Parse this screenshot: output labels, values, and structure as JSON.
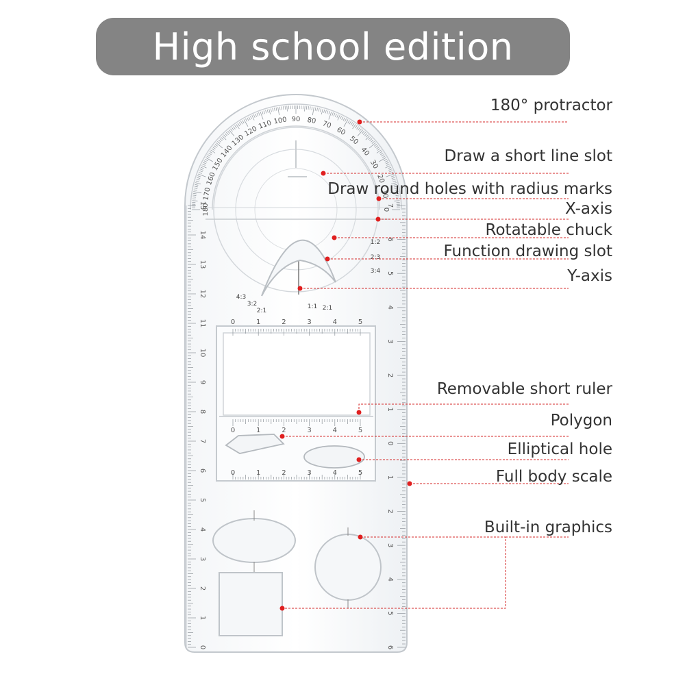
{
  "banner": {
    "title": "High school edition"
  },
  "callouts": [
    {
      "id": "protractor",
      "text": "180° protractor"
    },
    {
      "id": "short-line-slot",
      "text": "Draw a short line slot"
    },
    {
      "id": "round-holes",
      "text": "Draw round holes with radius marks"
    },
    {
      "id": "x-axis",
      "text": "X-axis"
    },
    {
      "id": "rotatable-chuck",
      "text": "Rotatable chuck"
    },
    {
      "id": "function-slot",
      "text": "Function drawing slot"
    },
    {
      "id": "y-axis",
      "text": "Y-axis"
    },
    {
      "id": "short-ruler",
      "text": "Removable short ruler"
    },
    {
      "id": "polygon",
      "text": "Polygon"
    },
    {
      "id": "elliptical-hole",
      "text": "Elliptical hole"
    },
    {
      "id": "full-scale",
      "text": "Full body scale"
    },
    {
      "id": "built-in-graphics",
      "text": "Built-in graphics"
    }
  ],
  "ruler": {
    "protractor_degrees": [
      "180",
      "170",
      "160",
      "150",
      "140",
      "130",
      "120",
      "110",
      "100",
      "90",
      "80",
      "70",
      "60",
      "50",
      "40",
      "30",
      "20",
      "10",
      "0"
    ],
    "left_scale": [
      "15",
      "14",
      "13",
      "12",
      "11",
      "10",
      "9",
      "8",
      "7",
      "6",
      "5",
      "4",
      "3",
      "2",
      "1",
      "0"
    ],
    "right_scale": [
      "7",
      "6",
      "5",
      "4",
      "3",
      "2",
      "1",
      "0",
      "1",
      "2",
      "3",
      "4",
      "5",
      "6"
    ],
    "short_ruler_ticks": [
      "0",
      "1",
      "2",
      "3",
      "4",
      "5"
    ],
    "ratio_marks": [
      "1:2",
      "2:3",
      "3:4",
      "4:3",
      "3:2",
      "2:1",
      "1:1",
      "2:1"
    ],
    "colors": {
      "leader": "#d42a2a",
      "dot": "#e01f1f",
      "outline": "#c8ccd0"
    }
  }
}
